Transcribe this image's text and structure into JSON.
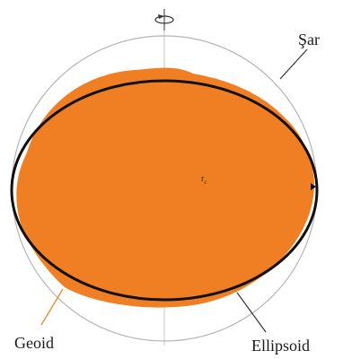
{
  "labels": {
    "sphere": "Şar",
    "geoid": "Geoid",
    "ellipsoid": "Ellipsoid",
    "center": "r",
    "center_sub": "c"
  },
  "colors": {
    "geoid_fill": "#f07f24",
    "ellipsoid_stroke": "#111111",
    "sphere_stroke": "#b5b5b5",
    "axis_stroke": "#c4c4c4",
    "leader_geoid": "#e8892e",
    "leader_ellipsoid": "#333333"
  },
  "icons": {
    "rotation": "rotation-arrow-icon",
    "equator_marker": "equator-arrow-icon"
  }
}
